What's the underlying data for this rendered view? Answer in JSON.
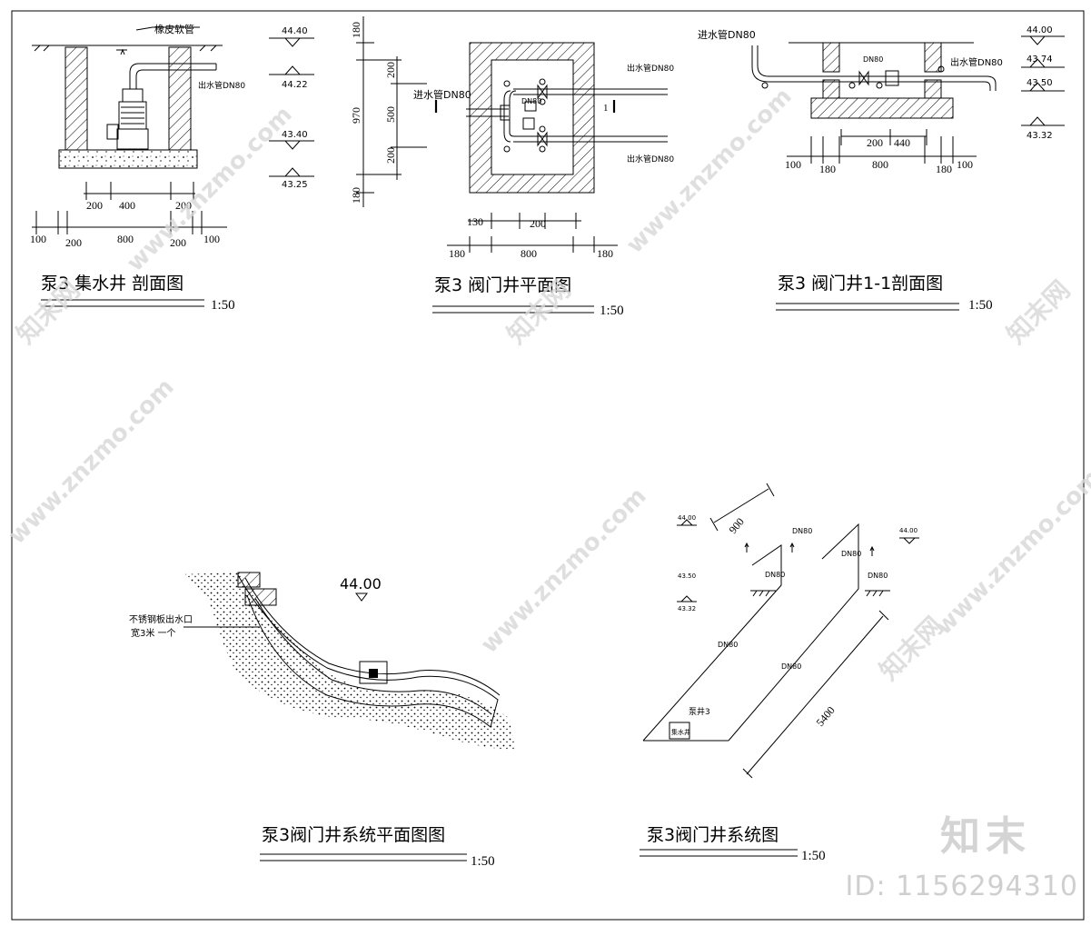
{
  "titles": {
    "sump_section": "泵3 集水井 剖面图",
    "valve_plan": "泵3 阀门井平面图",
    "valve_section": "泵3 阀门井1-1剖面图",
    "system_plan": "泵3阀门井系统平面图图",
    "system_iso": "泵3阀门井系统图"
  },
  "scale": "1:50",
  "sump": {
    "hose_label": "橡皮软管",
    "outlet_label": "出水管DN80",
    "levels": [
      "44.40",
      "44.22",
      "43.40",
      "43.25"
    ],
    "dims_inner": [
      "200",
      "400",
      "200"
    ],
    "dims_outer": [
      "100",
      "200",
      "800",
      "200",
      "100"
    ]
  },
  "valve_plan": {
    "inlet_label": "进水管DN80",
    "outlet_top": "出水管DN80",
    "outlet_bottom": "出水管DN80",
    "dn_label": "DN80",
    "section_mark": "1",
    "vdims": [
      "180",
      "200",
      "500",
      "200",
      "180"
    ],
    "vtotal": "970",
    "dims_a": [
      "130",
      "200"
    ],
    "dims_b": [
      "180",
      "800",
      "180"
    ]
  },
  "valve_section": {
    "inlet_label": "进水管DN80",
    "outlet_label": "出水管DN80",
    "dn_label": "DN80",
    "levels": [
      "44.00",
      "43.74",
      "43.50",
      "43.32"
    ],
    "dims_inner": [
      "200",
      "440"
    ],
    "dims_outer": [
      "100",
      "180",
      "800",
      "180",
      "100"
    ]
  },
  "system_plan": {
    "elevation": "44.00",
    "callout": "不锈钢板出水口",
    "callout_sub": "宽3米 一个"
  },
  "system_iso": {
    "dims": [
      "900",
      "5400"
    ],
    "pipe_label": "DN80",
    "pump_label": "泵井3",
    "pump_box": "集水井",
    "levels": [
      "44.00",
      "43.50",
      "43.32",
      "44.00"
    ]
  },
  "brand": "知末",
  "id": "ID: 1156294310",
  "watermark": "www.znzmo.com",
  "watermark_cn": "知末网"
}
